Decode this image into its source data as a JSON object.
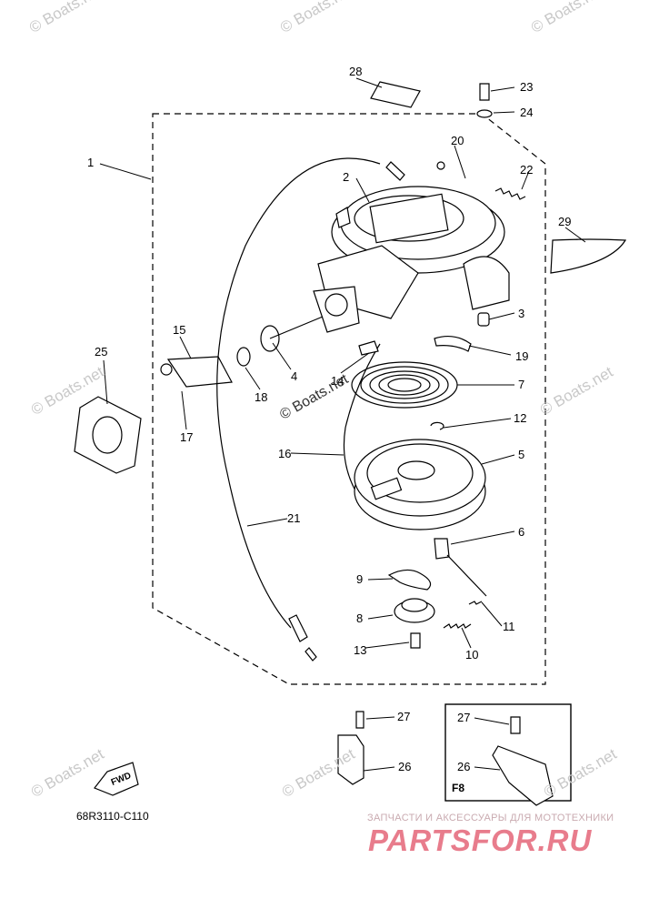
{
  "diagram": {
    "part_labels": [
      "1",
      "2",
      "3",
      "4",
      "5",
      "6",
      "7",
      "8",
      "9",
      "10",
      "11",
      "12",
      "13",
      "14",
      "15",
      "16",
      "17",
      "18",
      "19",
      "20",
      "21",
      "22",
      "23",
      "24",
      "25",
      "26",
      "27",
      "28",
      "29"
    ],
    "inset_labels": [
      "27",
      "26"
    ],
    "inset_tag": "F8",
    "fwd_marker": "FWD",
    "drawing_code": "68R3110-C110",
    "center_watermark": "© Boats.net"
  },
  "watermarks": [
    "© Boats.net",
    "© Boats.net",
    "© Boats.net",
    "© Boats.net",
    "© Boats.net",
    "© Boats.net",
    "© Boats.net",
    "© Boats.net"
  ],
  "footer": {
    "promo_text": "ЗАПЧАСТИ И АКСЕССУАРЫ ДЛЯ МОТОТЕХНИКИ",
    "brand": "PARTSFOR.RU",
    "brand_color": "#e87c8c"
  }
}
